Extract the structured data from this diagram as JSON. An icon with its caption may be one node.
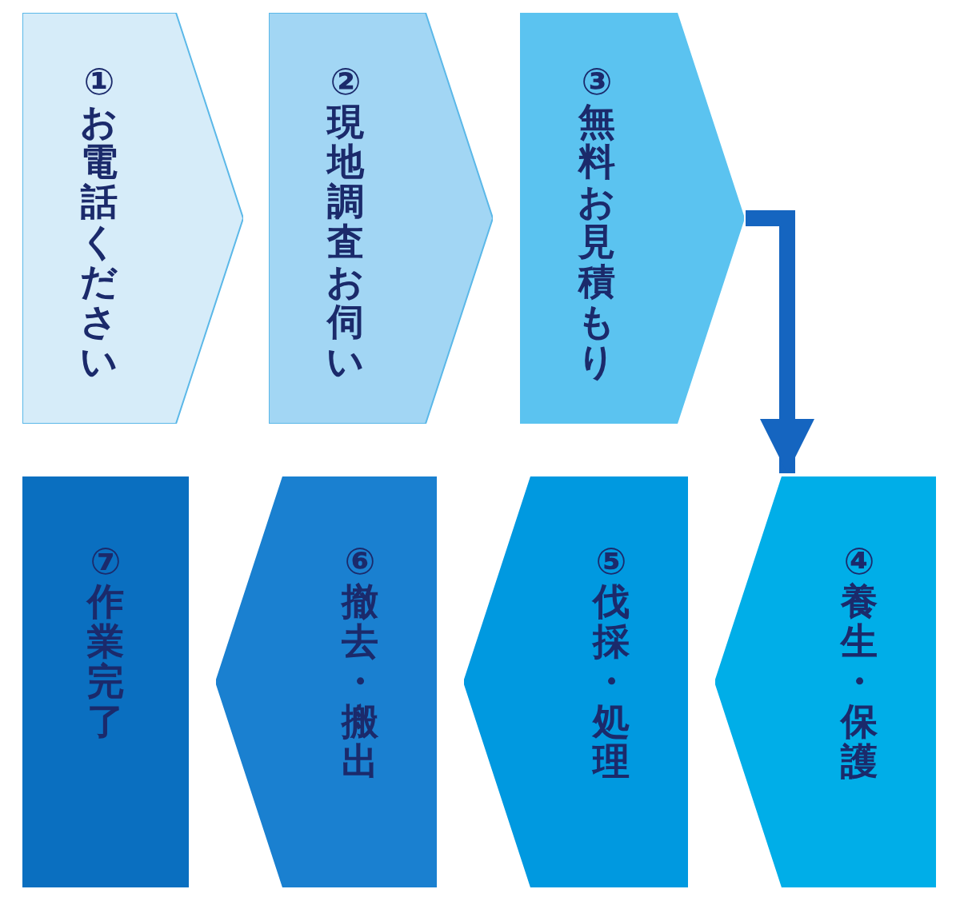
{
  "diagram": {
    "nodes": [
      {
        "text": [
          "①お電話ください"
        ]
      },
      {
        "text": [
          "②現地調査お伺い"
        ]
      },
      {
        "text": [
          "③無料お見積もり"
        ]
      },
      {
        "text": [
          "④養生・保護"
        ]
      },
      {
        "text": [
          "⑤伐採・処理"
        ]
      },
      {
        "text": [
          "⑥撤去・搬出"
        ]
      },
      {
        "text": [
          "⑦作業完了"
        ]
      }
    ],
    "edges": [
      {
        "from": 2,
        "to": 3,
        "arrow": "to"
      }
    ]
  }
}
